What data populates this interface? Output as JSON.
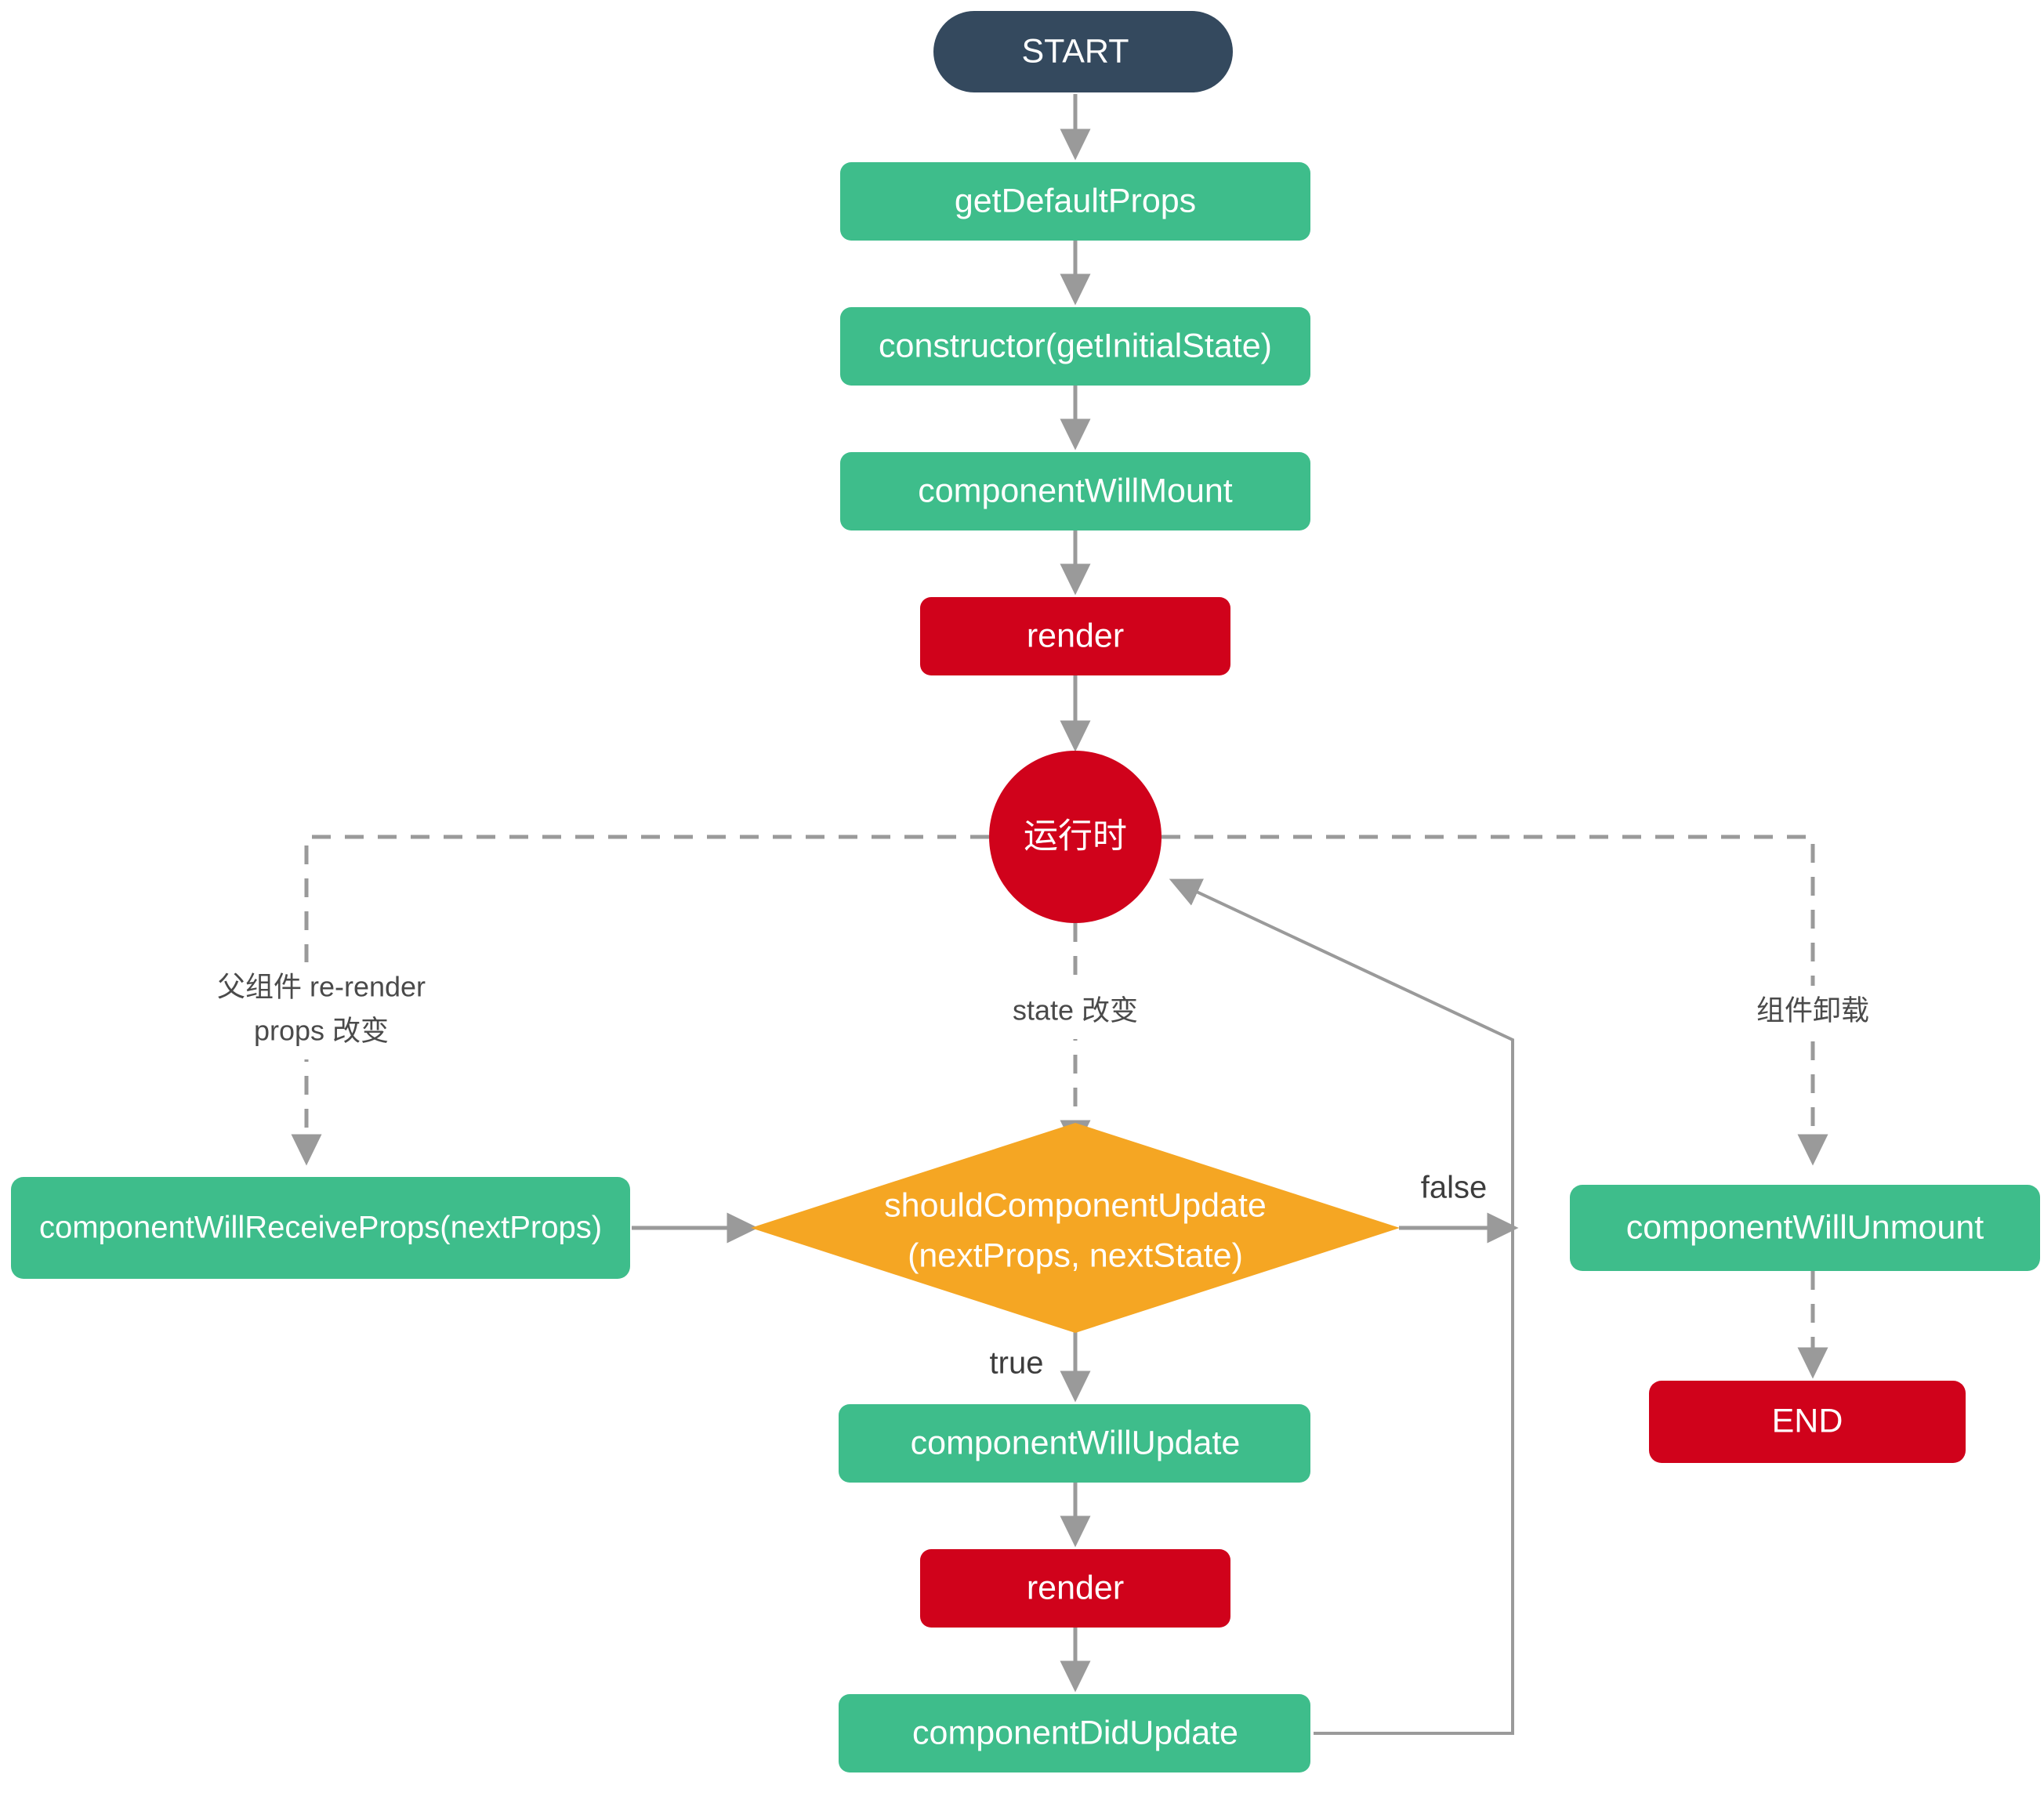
{
  "diagram": {
    "title": "React Component Lifecycle Flowchart",
    "colors": {
      "start": "#34495e",
      "green": "#3ebd8b",
      "red": "#d0021b",
      "orange": "#f5a623",
      "edge": "#9a9a9a",
      "label_text": "#4a4a4a",
      "node_text": "#ffffff",
      "background": "#ffffff"
    },
    "nodes": [
      {
        "id": "start",
        "label": "START",
        "shape": "pill",
        "color": "start"
      },
      {
        "id": "getDefaultProps",
        "label": "getDefaultProps",
        "shape": "rounded-rect",
        "color": "green"
      },
      {
        "id": "constructor",
        "label": "constructor(getInitialState)",
        "shape": "rounded-rect",
        "color": "green"
      },
      {
        "id": "componentWillMount",
        "label": "componentWillMount",
        "shape": "rounded-rect",
        "color": "green"
      },
      {
        "id": "render1",
        "label": "render",
        "shape": "rounded-rect",
        "color": "red"
      },
      {
        "id": "runtime",
        "label": "运行时",
        "shape": "circle",
        "color": "red"
      },
      {
        "id": "componentWillReceiveProps",
        "label": "componentWillReceiveProps(nextProps)",
        "shape": "rounded-rect",
        "color": "green"
      },
      {
        "id": "shouldComponentUpdate",
        "label_line1": "shouldComponentUpdate",
        "label_line2": "(nextProps, nextState)",
        "shape": "diamond",
        "color": "orange"
      },
      {
        "id": "componentWillUnmount",
        "label": "componentWillUnmount",
        "shape": "rounded-rect",
        "color": "green"
      },
      {
        "id": "componentWillUpdate",
        "label": "componentWillUpdate",
        "shape": "rounded-rect",
        "color": "green"
      },
      {
        "id": "render2",
        "label": "render",
        "shape": "rounded-rect",
        "color": "red"
      },
      {
        "id": "componentDidUpdate",
        "label": "componentDidUpdate",
        "shape": "rounded-rect",
        "color": "green"
      },
      {
        "id": "end",
        "label": "END",
        "shape": "rounded-rect",
        "color": "red"
      }
    ],
    "edge_labels": {
      "parent_rerender_line1": "父组件 re-render",
      "parent_rerender_line2": "props 改变",
      "state_change": "state 改变",
      "unmount": "组件卸载",
      "false": "false",
      "true": "true"
    }
  }
}
